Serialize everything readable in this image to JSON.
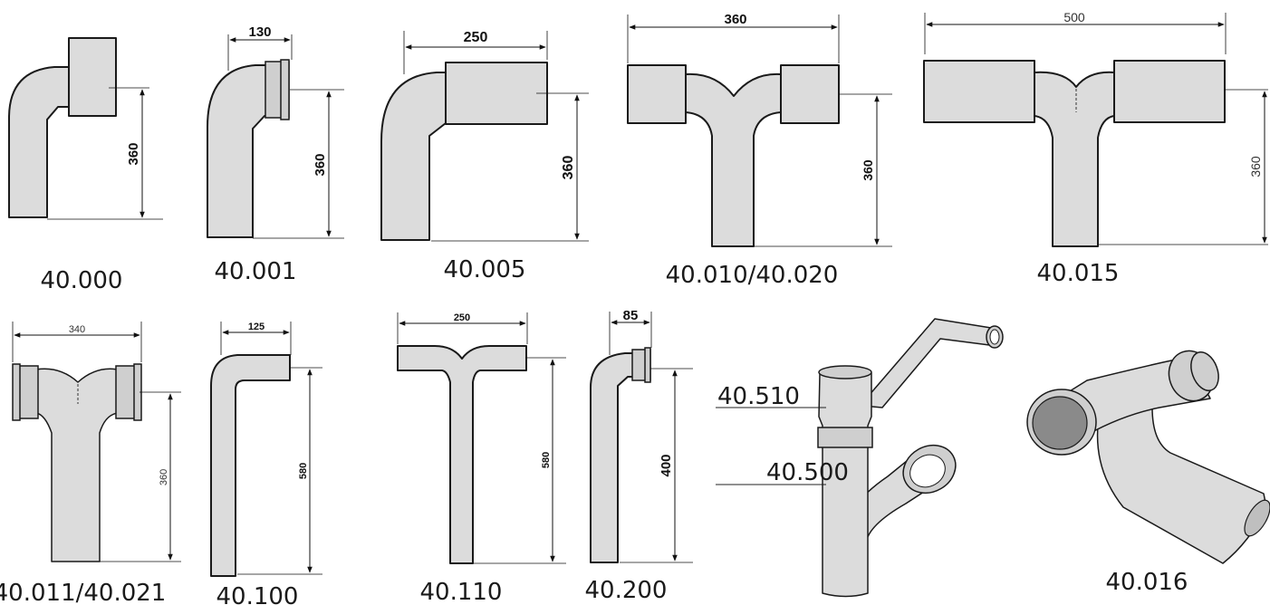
{
  "parts": [
    {
      "code": "40.000",
      "dims": [
        "360"
      ]
    },
    {
      "code": "40.001",
      "dims": [
        "130",
        "360"
      ]
    },
    {
      "code": "40.005",
      "dims": [
        "250",
        "360"
      ]
    },
    {
      "code": "40.010/40.020",
      "dims": [
        "360",
        "360"
      ]
    },
    {
      "code": "40.015",
      "dims": [
        "500",
        "360"
      ]
    },
    {
      "code": "40.011/40.021",
      "dims": [
        "340",
        "360"
      ]
    },
    {
      "code": "40.100",
      "dims": [
        "125",
        "580"
      ]
    },
    {
      "code": "40.110",
      "dims": [
        "250",
        "580"
      ]
    },
    {
      "code": "40.200",
      "dims": [
        "85",
        "400"
      ]
    },
    {
      "code": "40.016",
      "dims": []
    }
  ],
  "callouts": [
    "40.510",
    "40.500"
  ]
}
